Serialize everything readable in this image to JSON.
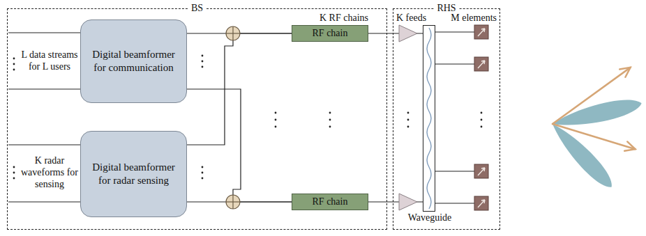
{
  "diagram": {
    "nodes": [
      {
        "text": [
          "BS"
        ]
      },
      {
        "text": [
          "Digital beamformer for communication"
        ],
        "in": 0
      },
      {
        "text": [
          "Digital beamformer for radar sensing"
        ],
        "in": 0
      },
      {
        "text": [
          "RF chain"
        ],
        "in": 0
      },
      {
        "text": [
          "RF chain"
        ],
        "in": 0
      },
      {
        "text": [
          "RHS"
        ]
      },
      {
        "text": [
          "Waveguide"
        ],
        "in": 5
      }
    ],
    "edges": [
      {
        "from": 1,
        "to": 3,
        "arrow": "none"
      },
      {
        "from": 2,
        "to": 3,
        "arrow": "none"
      },
      {
        "from": 1,
        "to": 4,
        "arrow": "none"
      },
      {
        "from": 2,
        "to": 4,
        "arrow": "none"
      },
      {
        "from": 3,
        "to": 6,
        "arrow": "none"
      },
      {
        "from": 4,
        "to": 6,
        "arrow": "none"
      }
    ],
    "labels": [
      "L data streams for L users",
      "K radar waveforms for sensing",
      "K RF chains",
      "K feeds",
      "M elements"
    ]
  }
}
